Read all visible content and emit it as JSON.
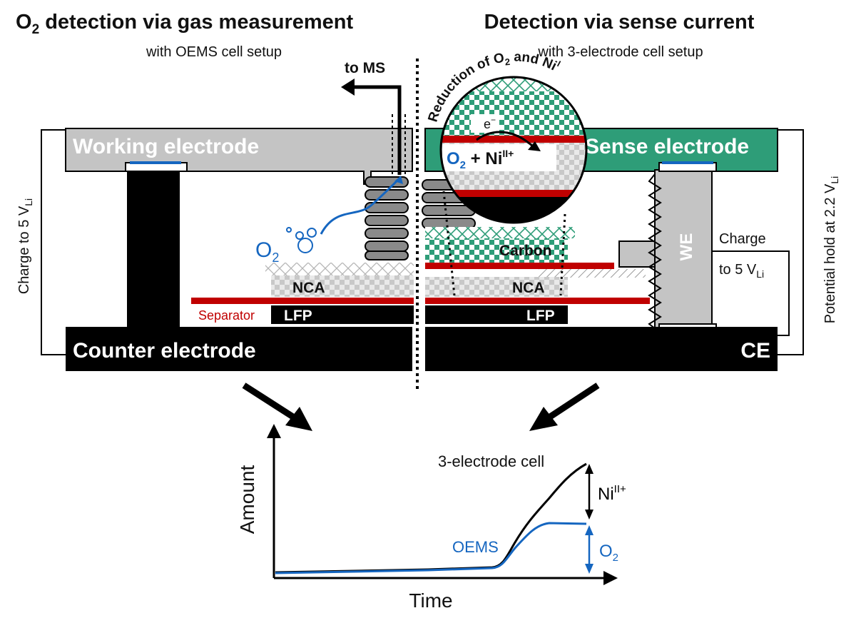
{
  "left_panel": {
    "title_prefix": "O",
    "title_sub": "2",
    "title_rest": " detection via gas measurement",
    "subtitle": "with OEMS cell setup",
    "to_ms": "to MS",
    "working_electrode": "Working electrode",
    "counter_electrode": "Counter electrode",
    "charge_prefix": "Charge to 5 V",
    "charge_sub": "Li",
    "o2_main": "O",
    "o2_sub": "2",
    "nca": "NCA",
    "lfp": "LFP",
    "separator": "Separator"
  },
  "right_panel": {
    "title": "Detection via sense current",
    "subtitle": "with 3-electrode cell setup",
    "sense_electrode": "Sense electrode",
    "ce": "CE",
    "we": "WE",
    "carbon": "Carbon",
    "nca": "NCA",
    "lfp": "LFP",
    "charge": "Charge",
    "to5_prefix": "to 5 V",
    "to5_sub": "Li",
    "hold_prefix": "Potential hold at 2.2 V",
    "hold_sub": "Li",
    "reduction_prefix": "Reduction of O",
    "reduction_o2sub": "2",
    "reduction_and": " and Ni",
    "reduction_sup": "II+",
    "electron_main": "e",
    "electron_sup": "−",
    "reaction_o": "O",
    "reaction_o2sub": "2",
    "reaction_plus": " + Ni",
    "reaction_sup": "II+"
  },
  "plot": {
    "xlabel": "Time",
    "ylabel": "Amount",
    "three_electrode_label": "3-electrode cell",
    "oems_label": "OEMS",
    "ni_main": "Ni",
    "ni_sup": "II+",
    "o2_main": "O",
    "o2_sub": "2"
  },
  "colors": {
    "working_electrode": "#c4c4c4",
    "sense_electrode": "#2e9d78",
    "separator_red": "#c00000",
    "oxygen_blue": "#1566c0",
    "electrode_black": "#000000"
  }
}
